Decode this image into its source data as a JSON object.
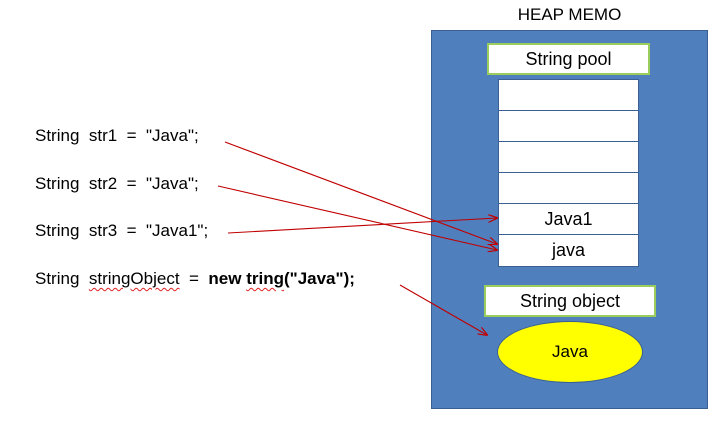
{
  "code": {
    "line1": "String  str1  =  \"Java\";",
    "line2": "String  str2  =  \"Java\";",
    "line3": "String  str3  =  \"Java1\";",
    "line4": {
      "prefix": "String  ",
      "var": "stringObject",
      "eq": "  =  ",
      "kw": "new",
      "sp": " ",
      "cls": "tring",
      "args": "(\"Java\");"
    }
  },
  "heap": {
    "title": "HEAP  MEMO",
    "pool_label": "String  pool",
    "pool_cells": [
      "",
      "",
      "",
      "",
      "Java1",
      "java"
    ],
    "object_label": "String  object",
    "object_value": "Java"
  },
  "colors": {
    "heap_bg": "#4f7fbd",
    "label_border": "#9acd5b",
    "ellipse_fill": "#ffff00",
    "arrow": "#c00000"
  }
}
